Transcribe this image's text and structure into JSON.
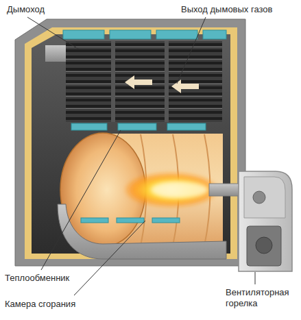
{
  "diagram": {
    "labels": [
      "Дымоход",
      "Выход дымовых газов",
      "Теплообменник",
      "Камера сгорания",
      "Вентиляторная горелка"
    ]
  }
}
